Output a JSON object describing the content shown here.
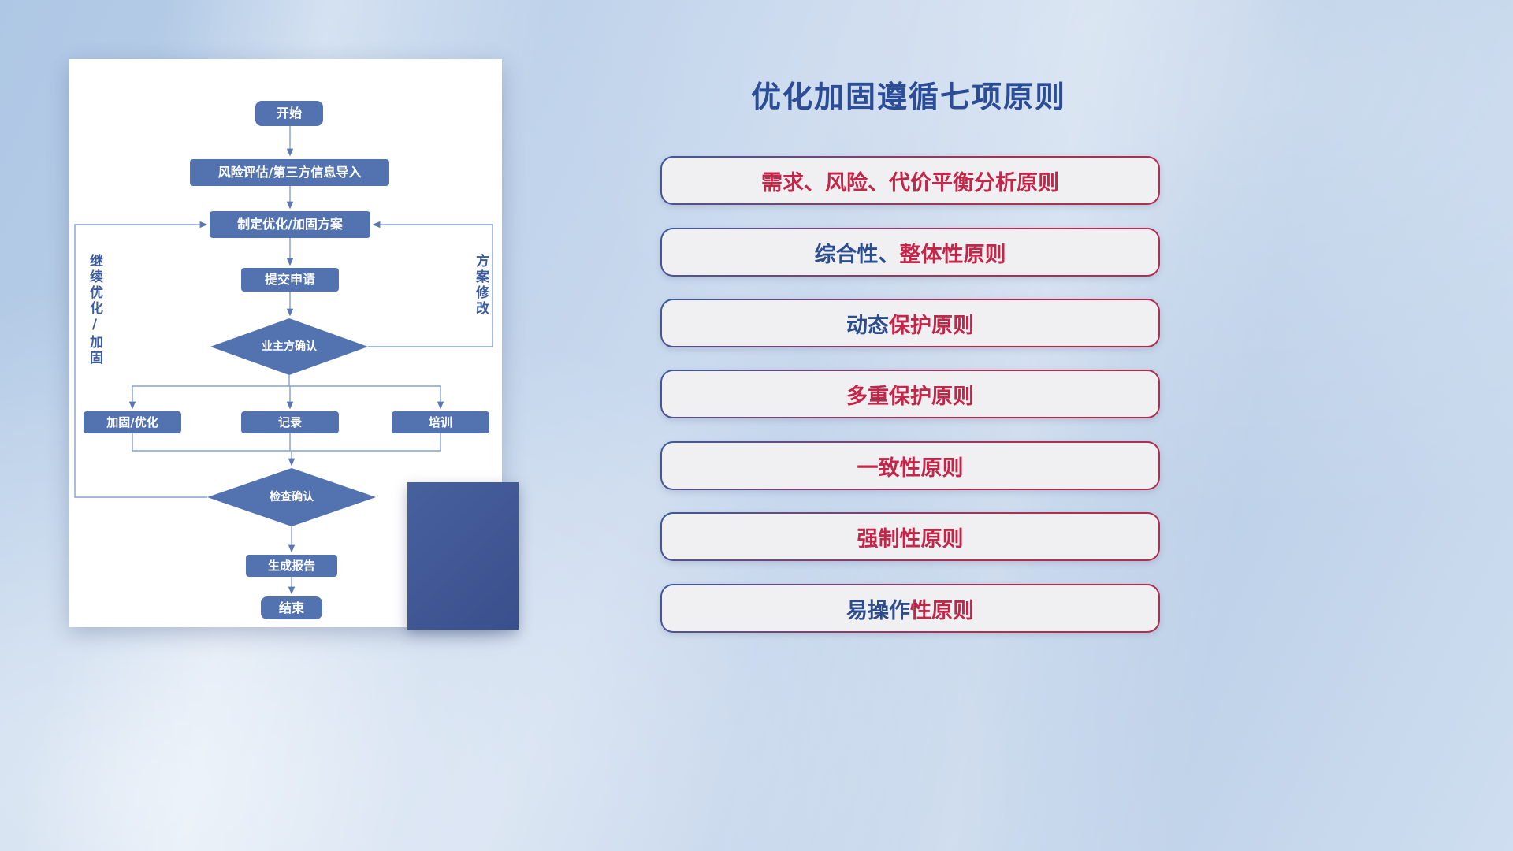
{
  "title": "优化加固遵循七项原则",
  "flowchart": {
    "start": "开始",
    "risk_assess": "风险评估/第三方信息导入",
    "make_plan": "制定优化/加固方案",
    "submit": "提交申请",
    "owner_confirm": "业主方确认",
    "reinforce": "加固/优化",
    "record": "记录",
    "training": "培训",
    "check_confirm": "检查确认",
    "gen_report": "生成报告",
    "end": "结束",
    "loop_left": "继续优化/加固",
    "loop_right": "方案修改"
  },
  "principles": [
    {
      "blue": "",
      "red": "需求、风险、代价平衡分析原则"
    },
    {
      "blue": "综合性、",
      "red": "整体性原则"
    },
    {
      "blue": "动态",
      "red": "保护原则"
    },
    {
      "blue": "",
      "red": "多重保护原则"
    },
    {
      "blue": "",
      "red": "一致性原则"
    },
    {
      "blue": "",
      "red": "强制性原则"
    },
    {
      "blue": "易操作",
      "red": "性原则"
    }
  ],
  "colors": {
    "title_navy": "#2b4c97",
    "principle_red": "#c2274a",
    "principle_blue": "#2c4c8c",
    "node_blue": "#5272b0",
    "connector_blue": "#84a0d2",
    "accent_block": "#40589a"
  }
}
